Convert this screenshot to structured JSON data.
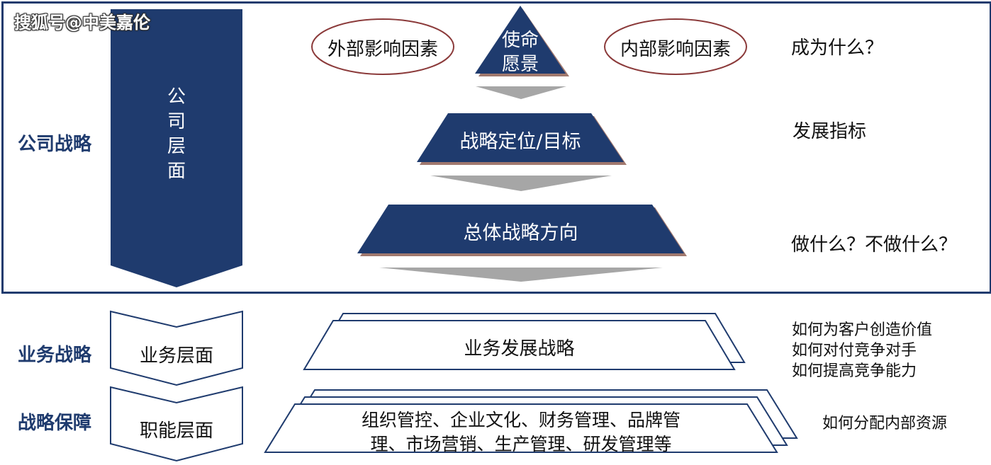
{
  "watermark": "搜狐号@中美嘉伦",
  "left_labels": {
    "company": "公司战略",
    "business": "业务战略",
    "support": "战略保障"
  },
  "chevrons": {
    "company_level": "公\n司\n层\n面",
    "business_level": "业务层面",
    "functional_level": "职能层面"
  },
  "pyramid": {
    "top": "使命\n愿景",
    "middle": "战略定位/目标",
    "bottom": "总体战略方向"
  },
  "ovals": {
    "external": "外部影响因素",
    "internal": "内部影响因素"
  },
  "boxes": {
    "business_strategy": "业务发展战略",
    "functional_line1": "组织管控、企业文化、财务管理、品牌管",
    "functional_line2": "理、市场营销、生产管理、研发管理等"
  },
  "right_notes": {
    "become": "成为什么？",
    "indicators": "发展指标",
    "do_or_not": "做什么？不做什么？",
    "business_q1": "如何为客户创造价值",
    "business_q2": "如何对付竞争对手",
    "business_q3": "如何提高竞争能力",
    "allocate": "如何分配内部资源"
  },
  "colors": {
    "navy": "#1f3b6e",
    "oval_border": "#8b3a3a",
    "gray_arrow": "#a6a6a6",
    "shadow": "#a0786e"
  }
}
